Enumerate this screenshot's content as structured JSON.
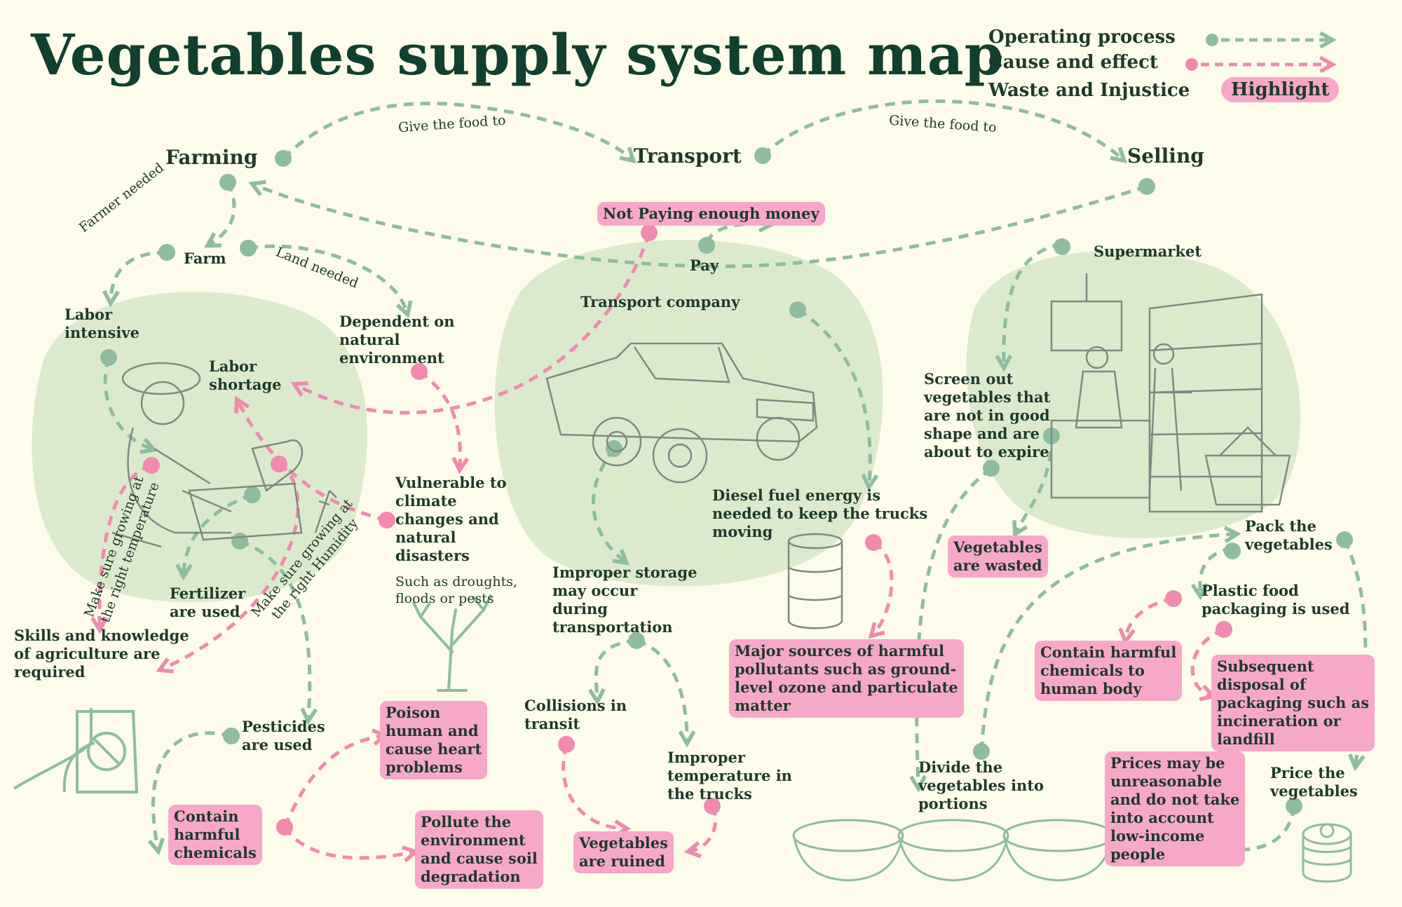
{
  "title": "Vegetables supply system map",
  "legend": {
    "operating": "Operating process",
    "cause": "Cause and effect",
    "waste": "Waste and Injustice",
    "highlight": "Highlight"
  },
  "colors": {
    "green": "#8dbd9e",
    "pink": "#f08aae",
    "highlight_bg": "#f7a8c9",
    "text": "#1e3a2b",
    "blob": "#dceacc",
    "background": "#fdfbea"
  },
  "main": {
    "farming": "Farming",
    "transport": "Transport",
    "selling": "Selling",
    "give1": "Give the food to",
    "give2": "Give the food to"
  },
  "farm": {
    "farm": "Farm",
    "farmer_needed": "Farmer needed",
    "land_needed": "Land needed",
    "labor_intensive": "Labor\nintensive",
    "dependent": "Dependent on\nnatural\nenvironment",
    "labor_shortage": "Labor\nshortage",
    "vulnerable": "Vulnerable to\nclimate\nchanges and\nnatural\ndisasters",
    "droughts": "Such as droughts,\nfloods or pests",
    "temperature": "Make sure growing at\nthe right temperature",
    "humidity": "Make sure growing at\nthe right Humidity",
    "fertilizer": "Fertilizer\nare used",
    "skills": "Skills and knowledge\nof agriculture are\nrequired",
    "pesticides": "Pesticides\nare used",
    "contain_harmful": "Contain\nharmful\nchemicals",
    "poison": "Poison\nhuman and\ncause heart\nproblems",
    "pollute": "Pollute the\nenvironment\nand cause soil\ndegradation"
  },
  "transport": {
    "not_paying": "Not Paying enough money",
    "pay": "Pay",
    "company": "Transport company",
    "diesel": "Diesel fuel energy is\nneeded to keep the trucks\nmoving",
    "storage": "Improper storage\nmay occur\nduring\ntransportation",
    "collisions": "Collisions in\ntransit",
    "temperature": "Improper\ntemperature in\nthe trucks",
    "ruined": "Vegetables\nare ruined",
    "pollutants": "Major sources of harmful\npollutants such as ground-\nlevel ozone and particulate\nmatter"
  },
  "selling": {
    "supermarket": "Supermarket",
    "screen": "Screen out\nvegetables that\nare not in good\nshape and are\nabout to expire",
    "wasted": "Vegetables\nare wasted",
    "pack": "Pack the\nvegetables",
    "plastic": "Plastic food\npackaging is used",
    "contain_harmful": "Contain harmful\nchemicals to\nhuman body",
    "disposal": "Subsequent\ndisposal of\npackaging such as\nincineration or\nlandfill",
    "divide": "Divide the\nvegetables into\nportions",
    "prices": "Prices may be\nunreasonable\nand do not take\ninto account\nlow-income\npeople",
    "price": "Price the\nvegetables"
  }
}
